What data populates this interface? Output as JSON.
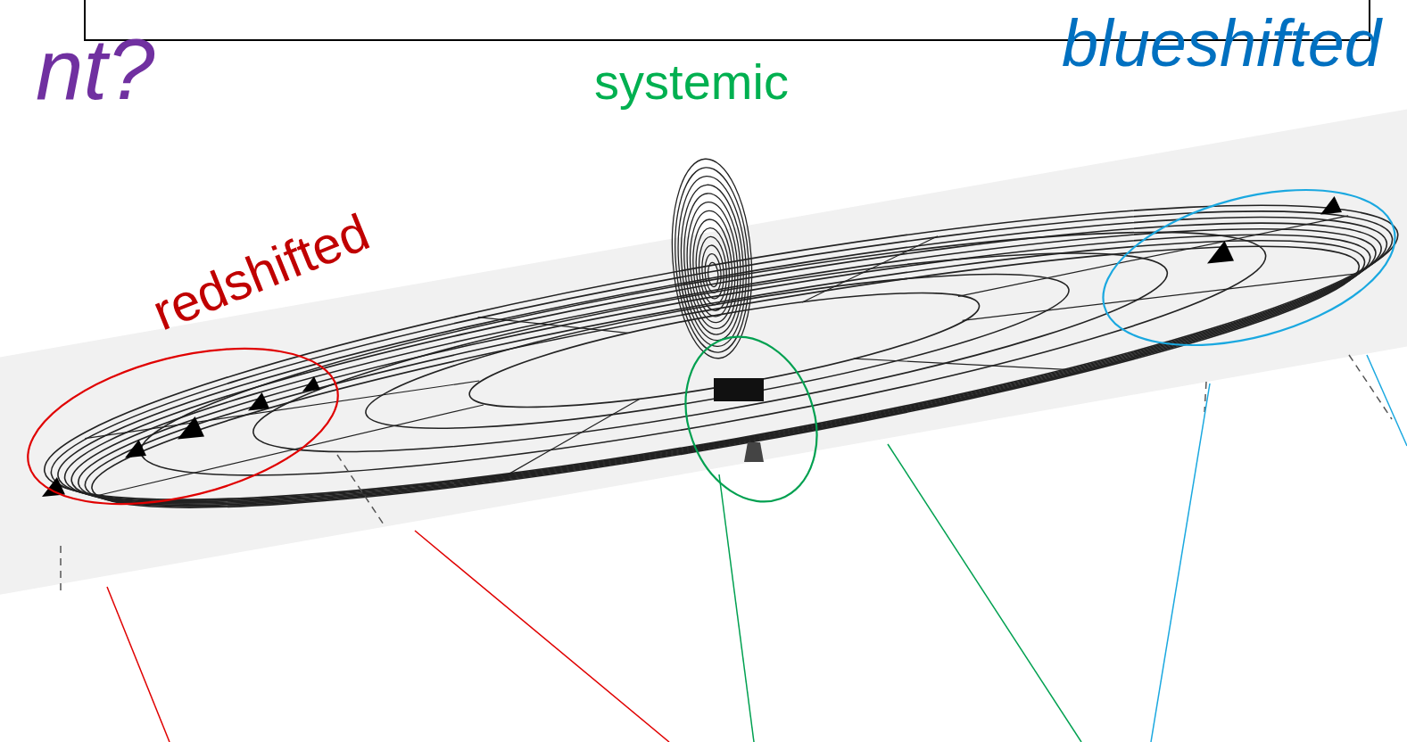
{
  "diagram": {
    "labels": [
      "nt?",
      "redshifted",
      "systemic",
      "blueshifted"
    ]
  }
}
